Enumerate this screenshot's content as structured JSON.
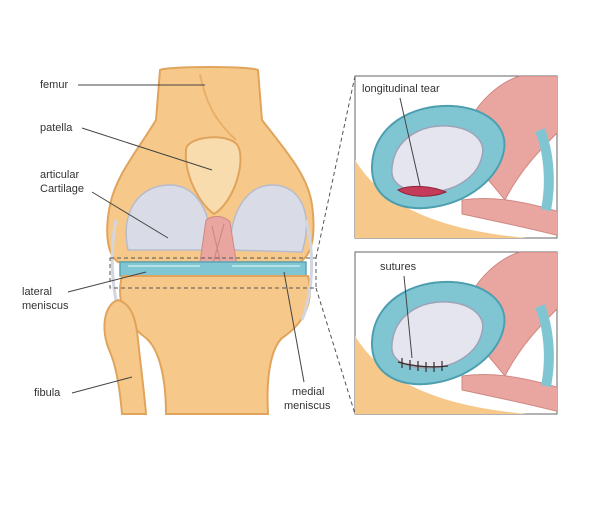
{
  "labels": {
    "femur": "femur",
    "patella": "patella",
    "articular_1": "articular",
    "articular_2": "Cartilage",
    "lateral_1": "lateral",
    "lateral_2": "meniscus",
    "fibula": "fibula",
    "medial_1": "medial",
    "medial_2": "meniscus"
  },
  "insets": {
    "top_title": "longitudinal  tear",
    "bottom_title": "sutures"
  },
  "colors": {
    "bone": "#f6c98a",
    "bone_outline": "#e0a45c",
    "cartilage": "#d9dbe6",
    "meniscus": "#7fc6d2",
    "ligament": "#e9a6a0",
    "tear": "#c53c5a"
  }
}
